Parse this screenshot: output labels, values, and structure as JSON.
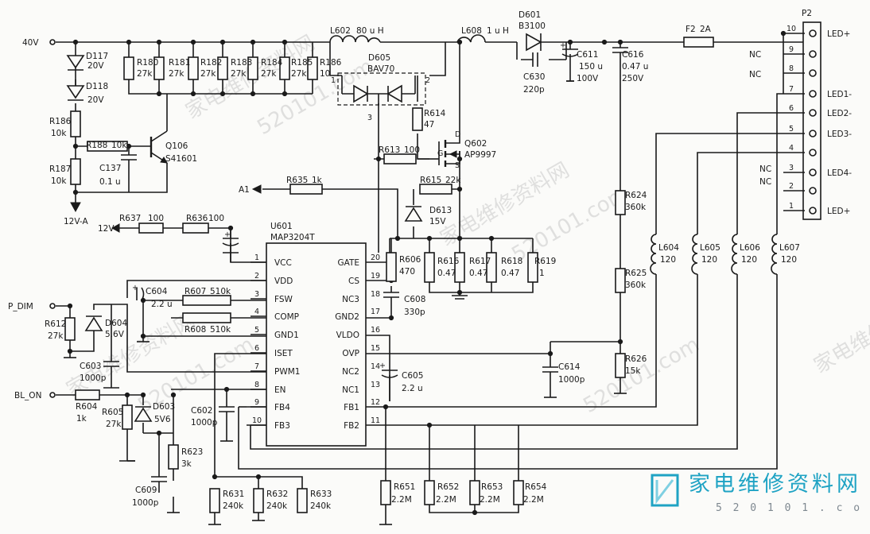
{
  "labels": {
    "in_40v": "40V",
    "in_12va": "12V-A",
    "in_12v": "12V",
    "in_pdim": "P_DIM",
    "in_blon": "BL_ON",
    "a1": "A1",
    "d117": "D117",
    "d117v": "20V",
    "d118": "D118",
    "d118v": "20V",
    "r186a": "R186",
    "r186av": "10k",
    "r187": "R187",
    "r187v": "10k",
    "r188": "R188",
    "r188v": "10k",
    "q106": "Q106",
    "q106v": "S41601",
    "c137": "C137",
    "c137v": "0.1 u",
    "r180": "R180",
    "r180v": "27k",
    "r181": "R181",
    "r181v": "27k",
    "r182": "R182",
    "r182v": "27k",
    "r183": "R183",
    "r183v": "27k",
    "r184": "R184",
    "r184v": "27k",
    "r185": "R185",
    "r185v": "27k",
    "r186b": "R186",
    "r186bv": "10",
    "l602": "L602",
    "l602v": "80 u H",
    "l608": "L608",
    "l608v": "1 u H",
    "d601": "D601",
    "d601v": "B3100",
    "c630": "C630",
    "c630v": "220p",
    "c611": "C611",
    "c611a": "150 u",
    "c611b": "100V",
    "c616": "C616",
    "c616a": "0.47 u",
    "c616b": "250V",
    "f2": "F2",
    "f2v": "2A",
    "p2": "P2",
    "d605": "D605",
    "d605v": "BAV70",
    "pin1": "1",
    "pin2": "2",
    "pin3": "3",
    "r614": "R614",
    "r614v": "47",
    "q602": "Q602",
    "q602v": "AP9997",
    "qd": "D",
    "qg": "G",
    "qs": "S",
    "r613": "R613",
    "r613v": "100",
    "r635": "R635",
    "r635v": "1k",
    "r615": "R615",
    "r615v": "22k",
    "d613": "D613",
    "d613v": "15V",
    "r637": "R637",
    "r637v": "100",
    "r636": "R636",
    "r636v": "100",
    "u601": "U601",
    "u601v": "MAP3204T",
    "r606": "R606",
    "r606v": "470",
    "c608": "C608",
    "c608v": "330p",
    "r616": "R616",
    "r616v": "0.47",
    "r617": "R617",
    "r617v": "0.47",
    "r618": "R618",
    "r618v": "0.47",
    "r619": "R619",
    "r619v": "1",
    "r624": "R624",
    "r624v": "360k",
    "r625": "R625",
    "r625v": "360k",
    "r626": "R626",
    "r626v": "15k",
    "c614": "C614",
    "c614v": "1000p",
    "c605": "C605",
    "c605v": "2.2 u",
    "l604": "L604",
    "l604v": "120",
    "l605": "L605",
    "l605v": "120",
    "l606": "L606",
    "l606v": "120",
    "l607": "L607",
    "l607v": "120",
    "c604": "C604",
    "c604v": "2.2 u",
    "r607": "R607",
    "r607v": "510k",
    "r608": "R608",
    "r608v": "510k",
    "r612": "R612",
    "r612v": "27k",
    "d604": "D604",
    "d604v": "5.6V",
    "c603": "C603",
    "c603v": "1000p",
    "r604": "R604",
    "r604v": "1k",
    "r605": "R605",
    "r605v": "27k",
    "d603": "D603",
    "d603v": "5V6",
    "c602": "C602",
    "c602v": "1000p",
    "r623": "R623",
    "r623v": "3k",
    "c609": "C609",
    "c609v": "1000p",
    "r631": "R631",
    "r631v": "240k",
    "r632": "R632",
    "r632v": "240k",
    "r633": "R633",
    "r633v": "240k",
    "r651": "R651",
    "r651v": "2.2M",
    "r652": "R652",
    "r652v": "2.2M",
    "r653": "R653",
    "r653v": "2.2M",
    "r654": "R654",
    "r654v": "2.2M",
    "led_plus_top": "LED+",
    "nc9": "NC",
    "nc8": "NC",
    "led1": "LED1-",
    "led2": "LED2-",
    "led3": "LED3-",
    "nc4": "NC",
    "nc3": "NC",
    "led4": "LED4-",
    "led_plus_bot": "LED+"
  },
  "ic_pins_left": [
    {
      "num": "1",
      "name": "VCC"
    },
    {
      "num": "2",
      "name": "VDD"
    },
    {
      "num": "3",
      "name": "FSW"
    },
    {
      "num": "4",
      "name": "COMP"
    },
    {
      "num": "5",
      "name": "GND1"
    },
    {
      "num": "6",
      "name": "ISET"
    },
    {
      "num": "7",
      "name": "PWM1"
    },
    {
      "num": "8",
      "name": "EN"
    },
    {
      "num": "9",
      "name": "FB4"
    },
    {
      "num": "10",
      "name": "FB3"
    }
  ],
  "ic_pins_right": [
    {
      "num": "20",
      "name": "GATE"
    },
    {
      "num": "19",
      "name": "CS"
    },
    {
      "num": "18",
      "name": "NC3"
    },
    {
      "num": "17",
      "name": "GND2"
    },
    {
      "num": "16",
      "name": "VLDO"
    },
    {
      "num": "15",
      "name": "OVP"
    },
    {
      "num": "14",
      "name": "NC2"
    },
    {
      "num": "13",
      "name": "NC1"
    },
    {
      "num": "12",
      "name": "FB1"
    },
    {
      "num": "11",
      "name": "FB2"
    }
  ],
  "connector_pins": [
    "10",
    "9",
    "8",
    "7",
    "6",
    "5",
    "4",
    "3",
    "2",
    "1"
  ],
  "watermark": {
    "text": "家电维修资料网",
    "url": "520101.com",
    "logo_text": "家电维修资料网",
    "logo_url": "5 2 0 1 0 1 . c o m"
  }
}
